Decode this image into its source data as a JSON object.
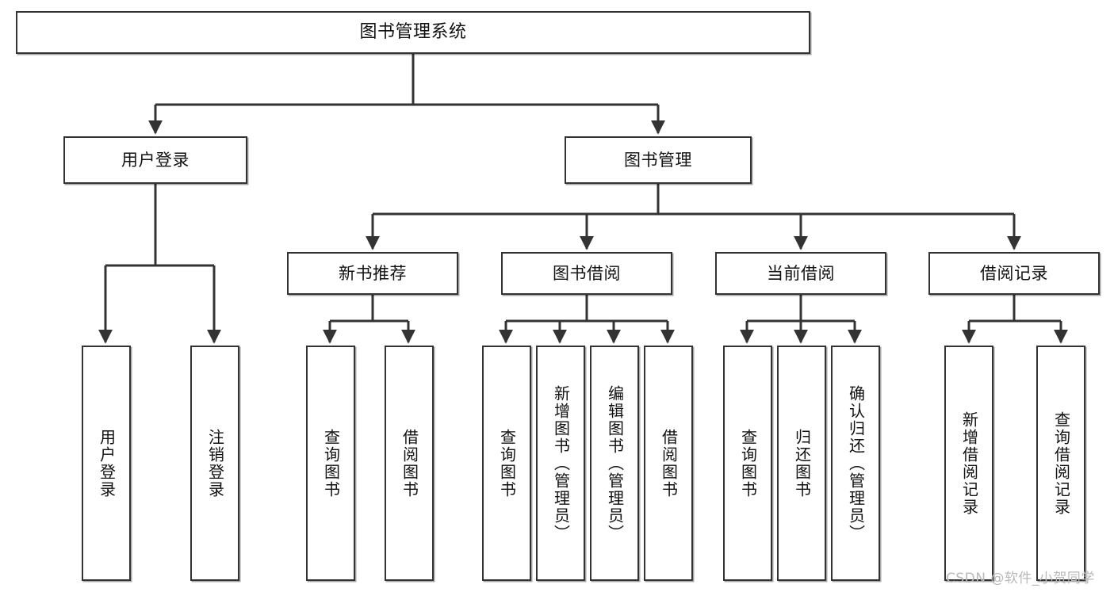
{
  "diagram": {
    "type": "tree",
    "title": "图书管理系统",
    "orientation": "top-down",
    "watermark": "CSDN @软件_小贺同学",
    "colors": {
      "background": "#ffffff",
      "node_border": "#333333",
      "node_fill": "#ffffff",
      "connector": "#333333",
      "watermark": "#b9b9b9"
    },
    "nodes": {
      "root": {
        "label": "图书管理系统"
      },
      "level2": [
        {
          "label": "用户登录"
        },
        {
          "label": "图书管理"
        }
      ],
      "level3": [
        {
          "label": "新书推荐"
        },
        {
          "label": "图书借阅"
        },
        {
          "label": "当前借阅"
        },
        {
          "label": "借阅记录"
        }
      ],
      "leaves": {
        "user_login": [
          {
            "label": "用户登录"
          },
          {
            "label": "注销登录"
          }
        ],
        "new_book": [
          {
            "label": "查询图书"
          },
          {
            "label": "借阅图书"
          }
        ],
        "book_borrow": [
          {
            "label": "查询图书"
          },
          {
            "label": "新增图书（管理员）"
          },
          {
            "label": "编辑图书（管理员）"
          },
          {
            "label": "借阅图书"
          }
        ],
        "current_borrow": [
          {
            "label": "查询图书"
          },
          {
            "label": "归还图书"
          },
          {
            "label": "确认归还（管理员）"
          }
        ],
        "borrow_record": [
          {
            "label": "新增借阅记录"
          },
          {
            "label": "查询借阅记录"
          }
        ]
      }
    }
  }
}
